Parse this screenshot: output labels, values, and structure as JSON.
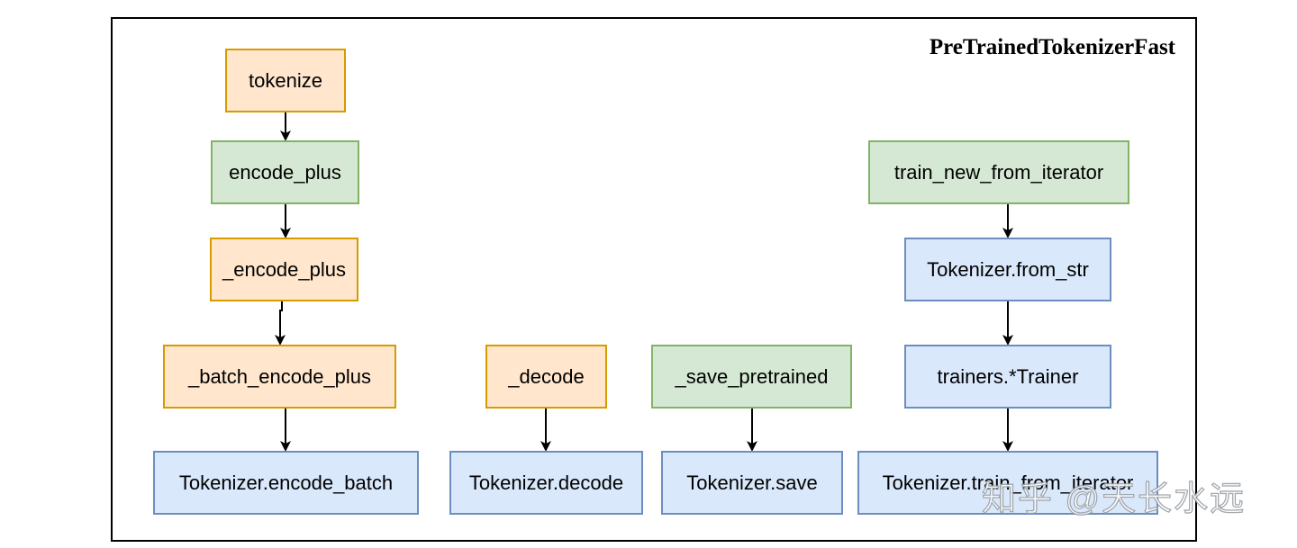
{
  "diagram": {
    "title": "PreTrainedTokenizerFast",
    "nodes": {
      "tokenize": "tokenize",
      "encode_plus": "encode_plus",
      "encode_plus_private": "_encode_plus",
      "batch_encode_plus": "_batch_encode_plus",
      "encode_batch": "Tokenizer.encode_batch",
      "decode_private": "_decode",
      "tokenizer_decode": "Tokenizer.decode",
      "save_pretrained": "_save_pretrained",
      "tokenizer_save": "Tokenizer.save",
      "train_new_from_iterator": "train_new_from_iterator",
      "from_str": "Tokenizer.from_str",
      "trainer": "trainers.*Trainer",
      "train_from_iterator": "Tokenizer.train_from_iterator"
    },
    "colors": {
      "orange_fill": "#ffe6cc",
      "orange_stroke": "#d79b00",
      "green_fill": "#d5e8d4",
      "green_stroke": "#82b366",
      "blue_fill": "#dae8fc",
      "blue_stroke": "#6c8ebf"
    }
  },
  "watermark": "知乎 @天长水远"
}
